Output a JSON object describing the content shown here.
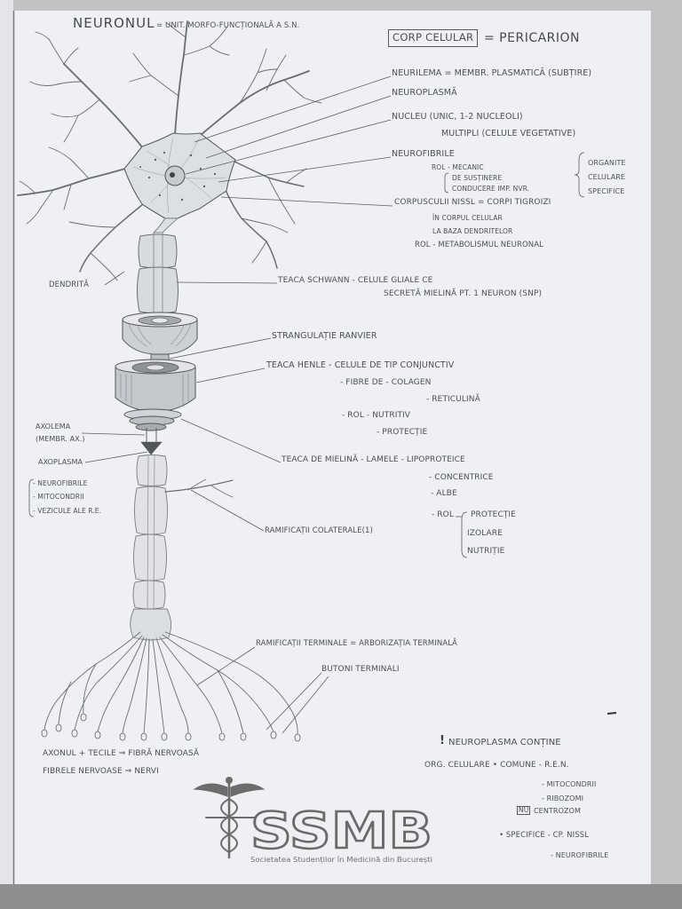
{
  "header": {
    "title": "NEURONUL",
    "title_definition": "= UNIT. MORFO-FUNCȚIONALĂ A S.N.",
    "boxed_term": "CORP CELULAR",
    "boxed_term_definition": "= PERICARION"
  },
  "soma_labels": {
    "neurilema": "NEURILEMA = MEMBR. PLASMATICĂ (SUBȚIRE)",
    "neuroplasma": "NEUROPLASMĂ",
    "nucleu": "NUCLEU (UNIC, 1-2 NUCLEOLI)",
    "nucleu_note": "MULTIPLI (CELULE VEGETATIVE)",
    "neurofibrile": "NEUROFIBRILE",
    "neurofibrile_rol": [
      "ROL - MECANIC",
      "DE SUSȚINERE",
      "CONDUCERE IMP. NVR."
    ],
    "organite_group": [
      "ORGANITE",
      "CELULARE",
      "SPECIFICE"
    ],
    "nissl": "CORPUSCULII NISSL = CORPI TIGROIZI",
    "nissl_notes": [
      "ÎN CORPUL CELULAR",
      "LA BAZA DENDRITELOR",
      "ROL - METABOLISMUL NEURONAL"
    ],
    "dendrita": "DENDRITĂ"
  },
  "axon_labels": {
    "schwann": [
      "TEACA SCHWANN - CELULE GLIALE CE",
      "SECRETĂ MIELINĂ PT. 1 NEURON (SNP)"
    ],
    "ranvier": "STRANGULAȚIE RANVIER",
    "henle": "TEACA HENLE - CELULE DE TIP CONJUNCTIV",
    "henle_notes": [
      "- FIBRE DE - COLAGEN",
      "- RETICULINĂ",
      "- ROL - NUTRITIV",
      "- PROTECȚIE"
    ],
    "axolema": [
      "AXOLEMA",
      "(MEMBR. AX.)"
    ],
    "axoplasma": "AXOPLASMA",
    "axoplasma_items": [
      "- NEUROFIBRILE",
      "- MITOCONDRII",
      "- VEZICULE ALE R.E."
    ],
    "mielina": "TEACA DE MIELINĂ - LAMELE - LIPOPROTEICE",
    "mielina_notes": [
      "- CONCENTRICE",
      "- ALBE"
    ],
    "mielina_rol": "- ROL",
    "mielina_rol_items": [
      "PROTECȚIE",
      "IZOLARE",
      "NUTRIȚIE"
    ],
    "colaterale": "RAMIFICAȚII COLATERALE(1)",
    "terminale": "RAMIFICAȚII TERMINALE = ARBORIZAȚIA TERMINALĂ",
    "butoni": "BUTONI TERMINALI"
  },
  "footer_notes": {
    "fibra": "AXONUL + TECILE ⇒ FIBRĂ NERVOASĂ",
    "nervi": "FIBRELE NERVOASE ⇒ NERVI"
  },
  "neuroplasma_box": {
    "heading_mark": "!",
    "heading": "NEUROPLASMA CONȚINE",
    "line1": "ORG. CELULARE • COMUNE - R.E.N.",
    "items": [
      "- MITOCONDRII",
      "- RIBOZOMI"
    ],
    "negation": "NU",
    "centrozom": "CENTROZOM",
    "specifice": "• SPECIFICE - CP. NISSL",
    "specifice_item": "- NEUROFIBRILE"
  },
  "logo": {
    "icon": "caduceus-icon",
    "acronym": "SSMB",
    "name": "Societatea Studenților în Medicină din București"
  },
  "colors": {
    "paper": "#eef0f3",
    "ink": "#4c5054",
    "pencil": "#6a6e72"
  }
}
